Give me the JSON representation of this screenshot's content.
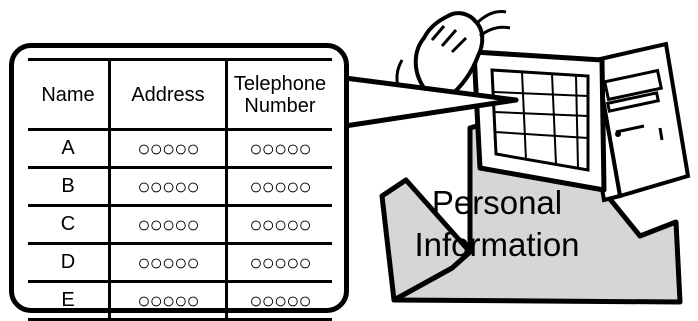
{
  "table": {
    "headers": {
      "name": "Name",
      "address": "Address",
      "telephone_line1": "Telephone",
      "telephone_line2": "Number"
    },
    "rows": [
      {
        "name": "A",
        "address": "○○○○○",
        "telephone": "○○○○○"
      },
      {
        "name": "B",
        "address": "○○○○○",
        "telephone": "○○○○○"
      },
      {
        "name": "C",
        "address": "○○○○○",
        "telephone": "○○○○○"
      },
      {
        "name": "D",
        "address": "○○○○○",
        "telephone": "○○○○○"
      },
      {
        "name": "E",
        "address": "○○○○○",
        "telephone": "○○○○○"
      }
    ]
  },
  "arrow": {
    "line1": "Personal",
    "line2": "Information"
  },
  "icons": [
    "waving-hand-icon",
    "computer-monitor-icon",
    "computer-tower-icon",
    "arrow-icon"
  ],
  "colors": {
    "ink": "#000000",
    "arrow_fill": "#d6d6d6",
    "paper": "#ffffff"
  }
}
